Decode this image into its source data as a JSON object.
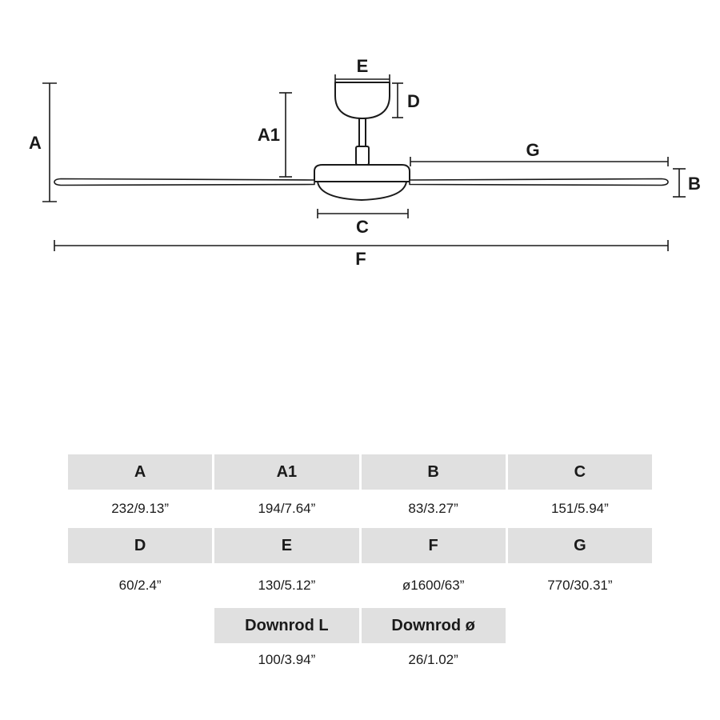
{
  "diagram": {
    "labels": {
      "a": "A",
      "a1": "A1",
      "b": "B",
      "c": "C",
      "d": "D",
      "e": "E",
      "f": "F",
      "g": "G"
    }
  },
  "table": {
    "sections": [
      {
        "headers": [
          "A",
          "A1",
          "B",
          "C"
        ],
        "values": [
          "232/9.13”",
          "194/7.64”",
          "83/3.27”",
          "151/5.94”"
        ]
      },
      {
        "headers": [
          "D",
          "E",
          "F",
          "G"
        ],
        "values": [
          "60/2.4”",
          "130/5.12”",
          "ø1600/63”",
          "770/30.31”"
        ]
      },
      {
        "headers": [
          "Downrod L",
          "Downrod ø"
        ],
        "values": [
          "100/3.94”",
          "26/1.02”"
        ]
      }
    ]
  }
}
